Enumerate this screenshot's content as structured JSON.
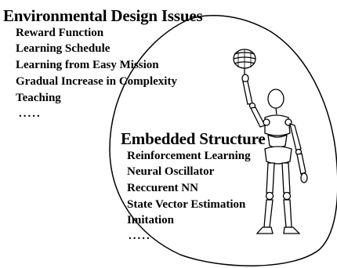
{
  "environmental": {
    "heading": "Environmental Design Issues",
    "items": [
      "Reward Function",
      "Learning Schedule",
      "Learning from Easy Mission",
      "Gradual Increase in Complexity",
      "Teaching"
    ],
    "ellipsis": "....."
  },
  "embedded": {
    "heading": "Embedded Structure",
    "items": [
      "Reinforcement Learning",
      "Neural Oscillator",
      "Reccurent NN",
      "State Vector Estimation",
      "Imitation"
    ],
    "ellipsis": "....."
  },
  "figure": {
    "depicts": "robot-figure-balancing-ball-on-finger",
    "ink_color": "#000000",
    "background_color": "#ffffff"
  }
}
